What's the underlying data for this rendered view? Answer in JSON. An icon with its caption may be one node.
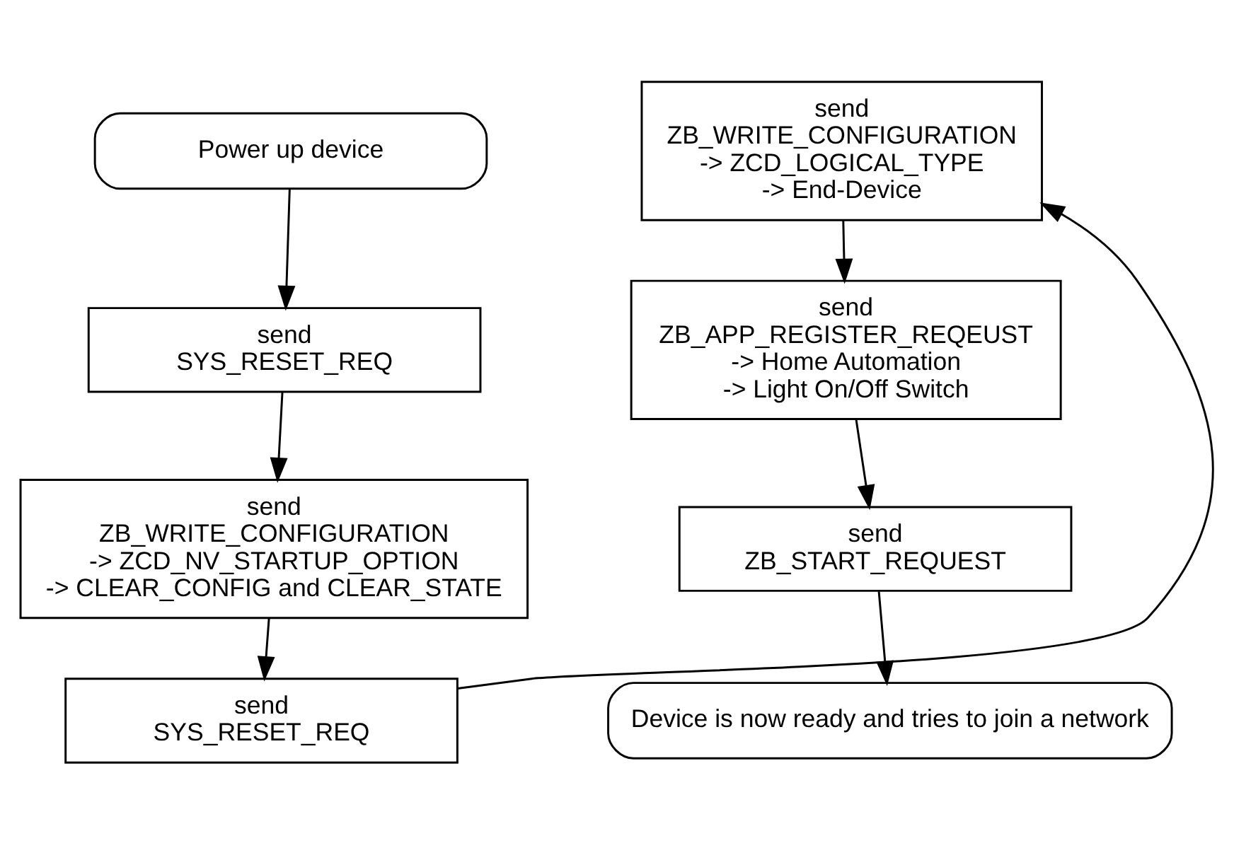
{
  "diagram": {
    "nodes": [
      {
        "text": [
          "Power up device"
        ]
      },
      {
        "text": [
          "send",
          "SYS_RESET_REQ"
        ]
      },
      {
        "text": [
          "send",
          "ZB_WRITE_CONFIGURATION",
          "-> ZCD_NV_STARTUP_OPTION",
          "-> CLEAR_CONFIG and CLEAR_STATE"
        ]
      },
      {
        "text": [
          "send",
          "SYS_RESET_REQ"
        ]
      },
      {
        "text": [
          "send",
          "ZB_WRITE_CONFIGURATION",
          "-> ZCD_LOGICAL_TYPE",
          "-> End-Device"
        ]
      },
      {
        "text": [
          "send",
          "ZB_APP_REGISTER_REQEUST",
          "-> Home Automation",
          "-> Light On/Off Switch"
        ]
      },
      {
        "text": [
          "send",
          "ZB_START_REQUEST"
        ]
      },
      {
        "text": [
          "Device is now ready and tries to join a network"
        ]
      }
    ],
    "edges": [
      {
        "from": 0,
        "to": 1,
        "arrow": "to"
      },
      {
        "from": 1,
        "to": 2,
        "arrow": "to"
      },
      {
        "from": 2,
        "to": 3,
        "arrow": "to"
      },
      {
        "from": 3,
        "to": 4,
        "arrow": "to"
      },
      {
        "from": 4,
        "to": 5,
        "arrow": "to"
      },
      {
        "from": 5,
        "to": 6,
        "arrow": "to"
      },
      {
        "from": 6,
        "to": 7,
        "arrow": "to"
      }
    ]
  }
}
